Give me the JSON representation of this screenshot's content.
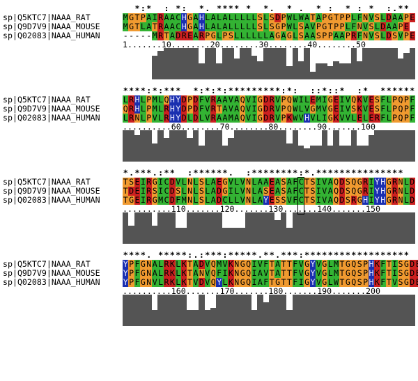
{
  "colors": {
    "green": "#33b333",
    "orange": "#f09a30",
    "red": "#cc2020",
    "blue": "#1a2fb0",
    "cyan": "#20a8a8",
    "bar": "#545454"
  },
  "names": [
    {
      "prefix": "sp",
      "accession": "Q5KTC7",
      "entry": "NAAA_RAT"
    },
    {
      "prefix": "sp",
      "accession": "Q9D7V9",
      "entry": "NAAA_MOUSE"
    },
    {
      "prefix": "sp",
      "accession": "Q02083",
      "entry": "NAAA_HUMAN"
    }
  ],
  "blocks": [
    {
      "consensus": "  *:*  : *:  *. **** *  *.  * .  * :  * : *  :.**",
      "seqs": [
        "MGTPAIRAACHGAHLALALLLLLSLSDPWLWATAPGTPPLFNVSLDAAPE",
        "MGTLATRAACHGAHLALALLLLLSLSGPWLSAVPGTPPLFNVSLDAAPE",
        "-----MRTADREARPGLPSLLLLLLAGAGLSAASPPAAPRFNVSLDSVPE"
      ],
      "ruler": "1.......10........20........30........40........50",
      "bars": [
        0,
        0,
        0,
        0,
        0,
        0.45,
        0.55,
        0.6,
        0.6,
        0.6,
        0.6,
        0.6,
        0.6,
        0.3,
        0.6,
        0.6,
        0.3,
        0.6,
        0.6,
        0.4,
        0.6,
        0.6,
        0.45,
        0.35,
        0.6,
        0.6,
        0.6,
        0.6,
        0.25,
        0.6,
        0.35,
        0.6,
        0.15,
        0.3,
        0.3,
        0.25,
        0.35,
        0.3,
        0.3,
        0.6,
        0.35,
        0.6,
        0.6,
        0.6,
        0.6,
        0.6,
        0.6,
        0.4,
        0.5,
        0.6
      ]
    },
    {
      "consensus": "****:*:***  *:*:*:*********:*:  ::*::*  :*  ******",
      "seqs": [
        "LRHLPMLQHYDPDFVRAAVAQVIGDRVPQWILEMIGEIVQKVESFLPQPF",
        "QRHLPMLRHYDPDFVRTAVAQVIGDRVPQWLVGMVGEIVSKVESFLPQPF",
        "LRNLPVLRHYDLDLVRAAMAQVIGDRVPKWVHVLIGKVVLELERFLPQPF"
      ],
      "ruler": "..........60........70........80........90.......100",
      "bars": [
        0.6,
        0.6,
        0.5,
        0.6,
        0.6,
        0.35,
        0.6,
        0.45,
        0.6,
        0.6,
        0.6,
        0.45,
        0.6,
        0.3,
        0.6,
        0.6,
        0.6,
        0.3,
        0.45,
        0.6,
        0.6,
        0.6,
        0.6,
        0.6,
        0.6,
        0.6,
        0.6,
        0.6,
        0.35,
        0.6,
        0.3,
        0.25,
        0.3,
        0.3,
        0.6,
        0.3,
        0.6,
        0.3,
        0.3,
        0.6,
        0.3,
        0.3,
        0.5,
        0.6,
        0.6,
        0.6,
        0.6,
        0.6,
        0.6,
        0.6
      ]
    },
    {
      "consensus": "*.***.:**  :******.  :********:*.***************",
      "seqs": [
        "TSEIRGICDVLNLSLAEGVLVNLAAEASAFCTSIVAQDSQGRIYHGRNLD",
        "TDEIRSICDSLNLSLADGILVNLASEASAFCTSIVAQDSQGRIYHGRNLD",
        "TGEIRGMCDFMNLSLADCLLVNLAYESSVFCTSIVAQDSRGHIYHGRNLD"
      ],
      "ruler": "..........110.......120.......130.......140.......150",
      "bars": [
        0.6,
        0.35,
        0.6,
        0.6,
        0.6,
        0.35,
        0.6,
        0.6,
        0.6,
        0.3,
        0.3,
        0.6,
        0.6,
        0.6,
        0.6,
        0.6,
        0.6,
        0.3,
        0.3,
        0.3,
        0.3,
        0.6,
        0.6,
        0.6,
        0.6,
        0.6,
        0.45,
        0.6,
        0.3,
        0.6,
        0.6,
        0.6,
        0.6,
        0.6,
        0.6,
        0.6,
        0.6,
        0.6,
        0.6,
        0.6,
        0.6,
        0.6,
        0.6,
        0.6,
        0.6,
        0.6,
        0.6,
        0.6,
        0.6,
        0.6
      ],
      "highlight_col": 30
    },
    {
      "consensus": "****. *****:.:***:*****.**.***:******************",
      "seqs": [
        "YPFGNALRKLKTADVQMVKNGQIVFTATTFVGYVGLMTGQSPHKFTISGDE",
        "YPFGNALRKLKTANVQFIKNGQIAVTATTFVGYVGLMTGQSPHKFTISGDE",
        "YPFGNVLRKLKTVDVQYLKNGQIAFTGTTFIGYVGLWTGQSPHKFTVSGDE"
      ],
      "ruler": "..........160.......170.......180.......190.......200",
      "bars": [
        0.6,
        0.6,
        0.6,
        0.6,
        0.6,
        0.3,
        0.6,
        0.6,
        0.6,
        0.6,
        0.6,
        0.3,
        0.3,
        0.6,
        0.3,
        0.35,
        0.6,
        0.6,
        0.6,
        0.6,
        0.6,
        0.6,
        0.3,
        0.6,
        0.45,
        0.6,
        0.6,
        0.6,
        0.3,
        0.6,
        0.6,
        0.6,
        0.6,
        0.6,
        0.6,
        0.6,
        0.6,
        0.6,
        0.6,
        0.6,
        0.6,
        0.6,
        0.6,
        0.6,
        0.6,
        0.6,
        0.6,
        0.6,
        0.6,
        0.6
      ]
    }
  ]
}
